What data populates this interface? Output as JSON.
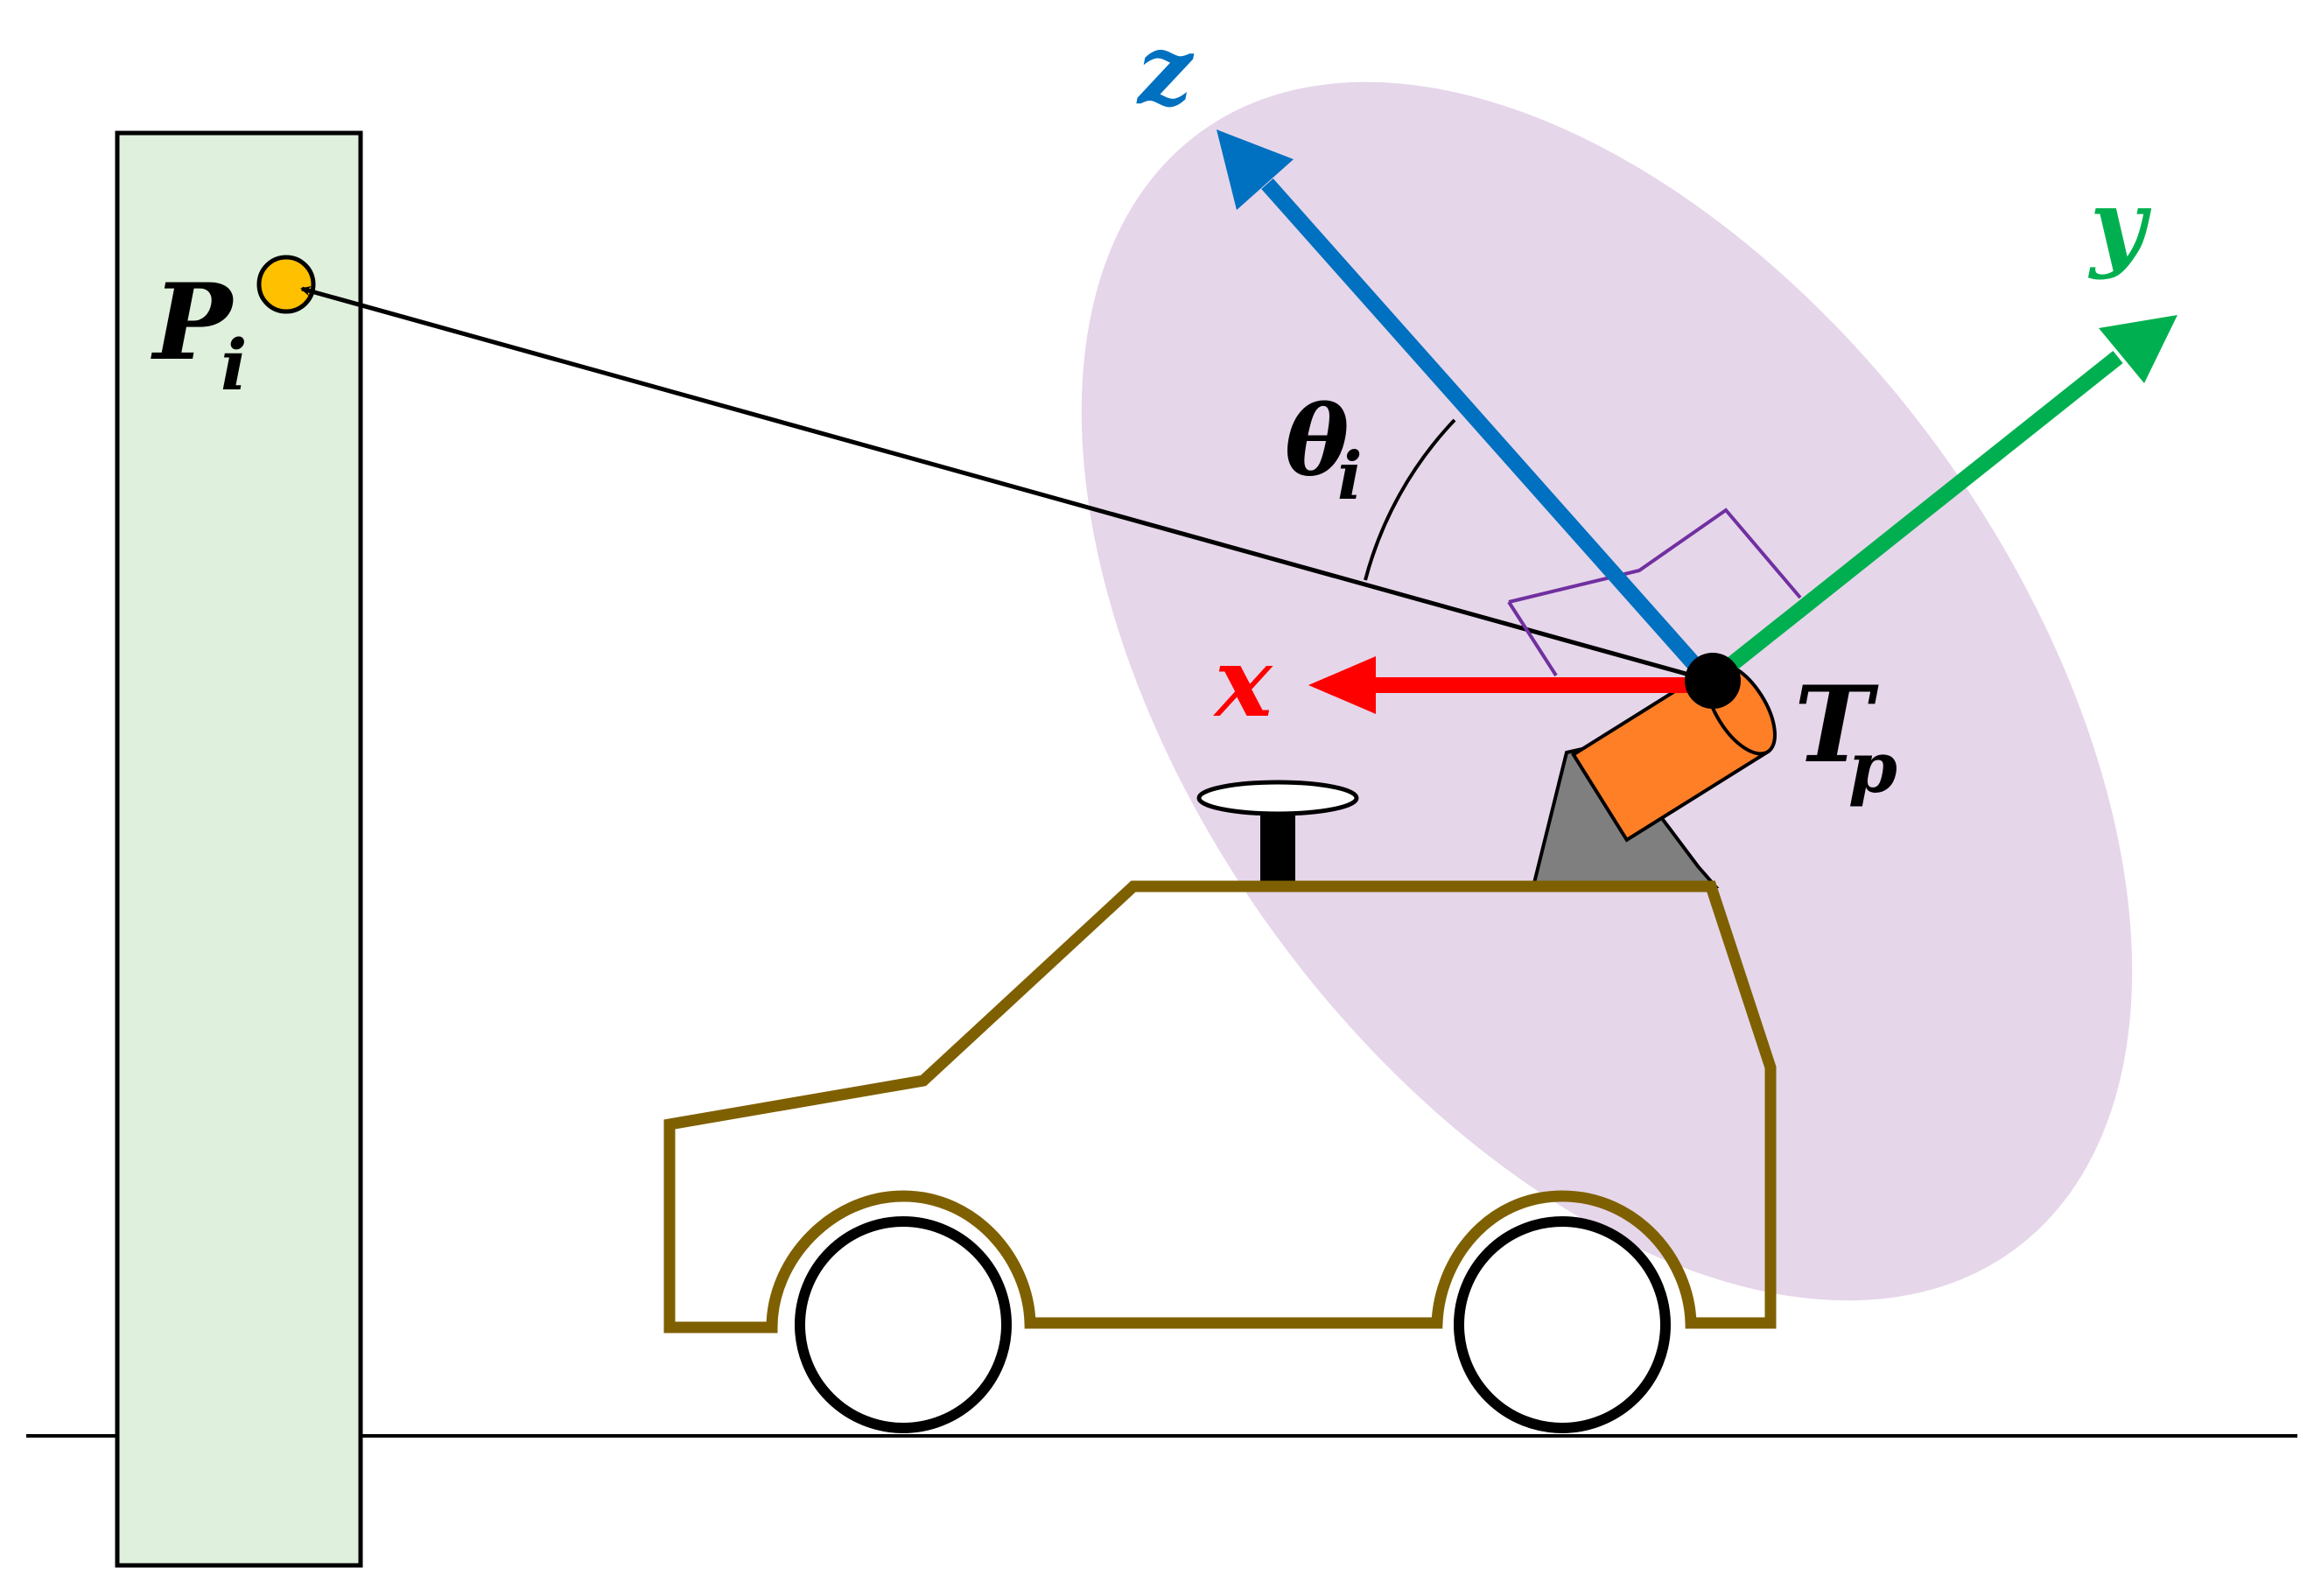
{
  "labels": {
    "point": "P",
    "point_subscript": "i",
    "angle": "θ",
    "angle_subscript": "i",
    "axis_x": "x",
    "axis_y": "y",
    "axis_z": "z",
    "sensor": "T",
    "sensor_subscript": "p"
  },
  "colors": {
    "wall_fill": "#dff0dc",
    "plane_fill": "#e6d6ea",
    "point_fill": "#ffc000",
    "car_outline": "#7f6000",
    "axis_x": "#ff0000",
    "axis_y": "#00b050",
    "axis_z": "#0070c0",
    "scanner_head": "#ff7f27",
    "scanner_mount": "#7f7f7f",
    "right_angle_mark": "#7030a0",
    "ray": "#000000"
  },
  "icons": {
    "wall": "wall-rectangle",
    "car": "car-outline",
    "antenna": "gnss-antenna",
    "scanner": "laser-scanner"
  }
}
